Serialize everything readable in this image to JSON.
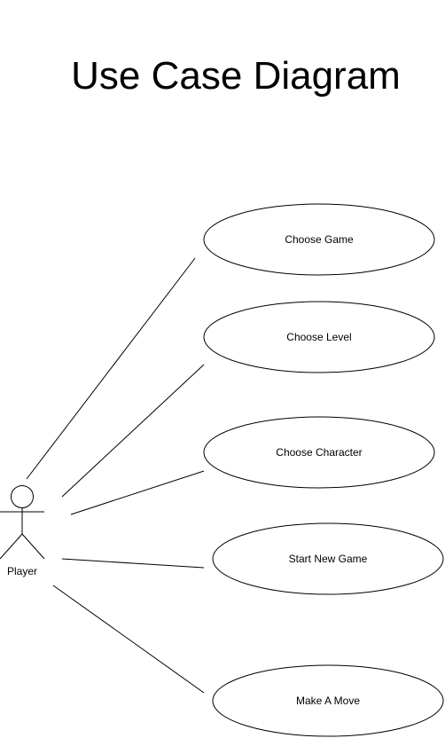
{
  "title": "Use Case Diagram",
  "actor": {
    "name": "Player"
  },
  "use_cases": [
    {
      "label": "Choose Game"
    },
    {
      "label": "Choose Level"
    },
    {
      "label": "Choose Character"
    },
    {
      "label": "Start New Game"
    },
    {
      "label": "Make A Move"
    }
  ],
  "colors": {
    "stroke": "#000000",
    "background": "#ffffff"
  }
}
